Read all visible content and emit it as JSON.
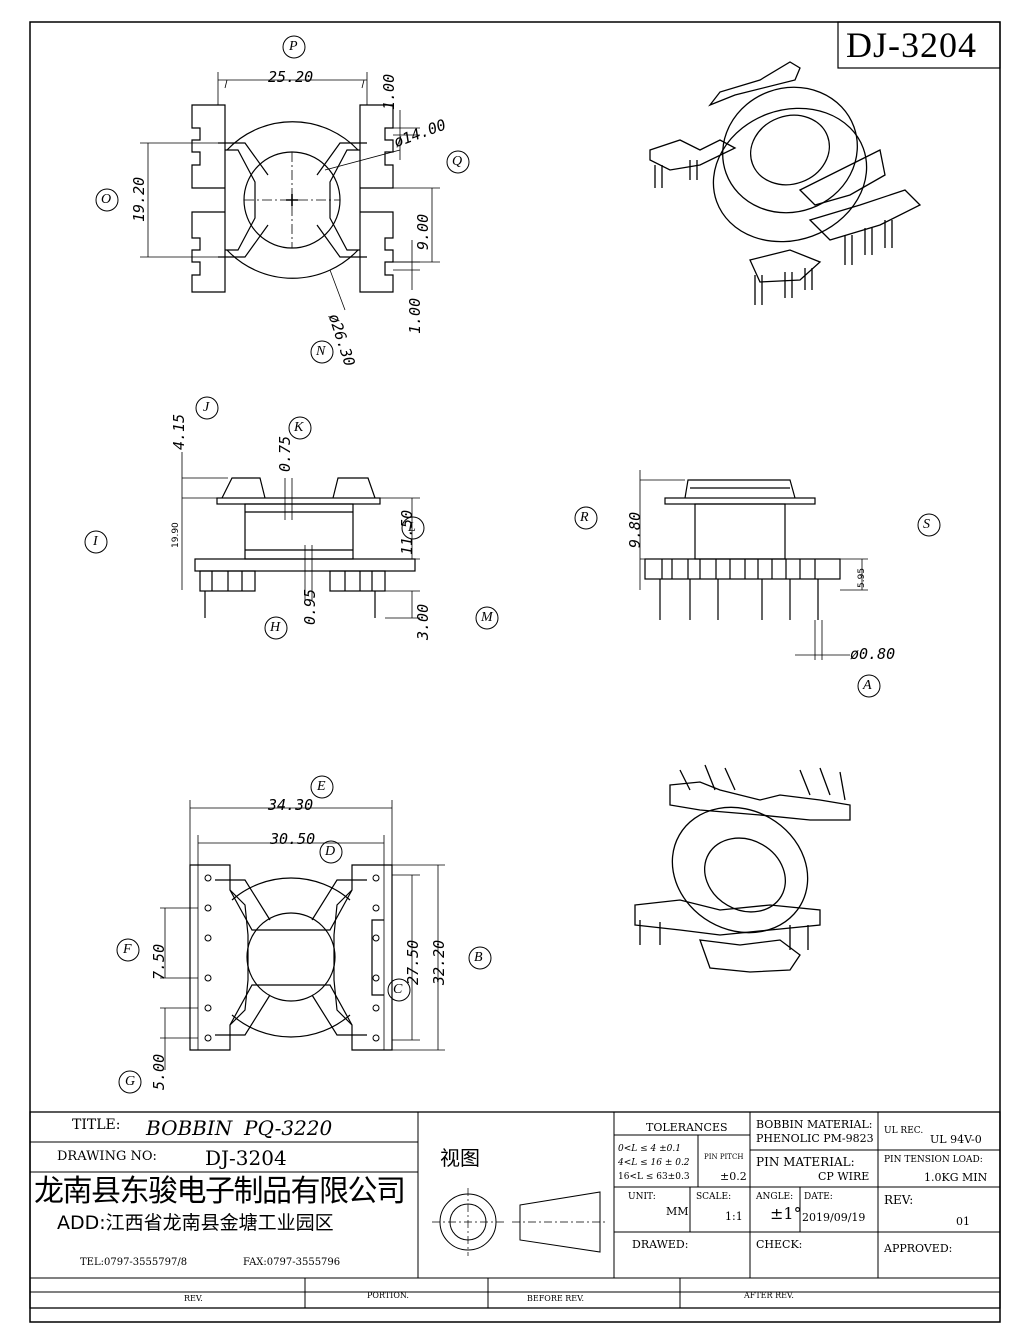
{
  "drawing_code": "DJ-3204",
  "views": {
    "top": {
      "bubbles": {
        "p": "P",
        "q": "Q",
        "o": "O",
        "n": "N"
      },
      "dims": {
        "w": "25.20",
        "t1": "1.00",
        "d1": "ø14.00",
        "h": "19.20",
        "g": "9.00",
        "t2": "1.00",
        "d2": "ø26.30"
      }
    },
    "front": {
      "bubbles": {
        "j": "J",
        "k": "K",
        "i": "I",
        "l": "L",
        "h": "H",
        "m": "M"
      },
      "dims": {
        "a": "4.15",
        "b": "0.75",
        "c": "19.90",
        "d": "11.50",
        "e": "0.95",
        "f": "3.00"
      }
    },
    "side": {
      "bubbles": {
        "r": "R",
        "s": "S",
        "a": "A"
      },
      "dims": {
        "a": "9.80",
        "b": "5.95",
        "c": "ø0.80"
      }
    },
    "bottom": {
      "bubbles": {
        "e": "E",
        "d": "D",
        "f": "F",
        "b": "B",
        "c": "C",
        "g": "G"
      },
      "dims": {
        "w1": "34.30",
        "w2": "30.50",
        "p1": "7.50",
        "h1": "27.50",
        "h2": "32.20",
        "p2": "5.00"
      }
    }
  },
  "title_block": {
    "title_label": "TITLE:",
    "title_value": "BOBBIN",
    "title_model": "PQ-3220",
    "drawing_no_label": "DRAWING NO:",
    "drawing_no_value": "DJ-3204",
    "view_label": "视图",
    "company": "龙南县东骏电子制品有限公司",
    "address": "ADD:江西省龙南县金塘工业园区",
    "tel": "TEL:0797-3555797/8",
    "fax": "FAX:0797-3555796",
    "tolerances_label": "TOLERANCES",
    "tol_1": "0<L ≤ 4 ±0.1",
    "tol_2": "4<L ≤ 16 ± 0.2",
    "tol_3": "16<L ≤ 63±0.3",
    "pin_pitch_label": "PIN PITCH",
    "pin_pitch_value": "±0.2",
    "bobbin_material_label": "BOBBIN MATERIAL:",
    "bobbin_material_value": "PHENOLIC  PM-9823",
    "ul_rec_label": "UL REC.",
    "ul_rec_value": "UL  94V-0",
    "pin_material_label": "PIN MATERIAL:",
    "pin_material_value": "CP WIRE",
    "pin_tension_label": "PIN TENSION LOAD:",
    "pin_tension_value": "1.0KG MIN",
    "unit_label": "UNIT:",
    "unit_value": "MM",
    "scale_label": "SCALE:",
    "scale_value": "1:1",
    "angle_label": "ANGLE:",
    "angle_value": "±1°",
    "date_label": "DATE:",
    "date_value": "2019/09/19",
    "rev_label": "REV:",
    "rev_value": "01",
    "drawed_label": "DRAWED:",
    "check_label": "CHECK:",
    "approved_label": "APPROVED:",
    "rev_col": "REV.",
    "portion_col": "PORTION.",
    "before_rev_col": "BEFORE REV.",
    "after_rev_col": "AFTER REV."
  }
}
